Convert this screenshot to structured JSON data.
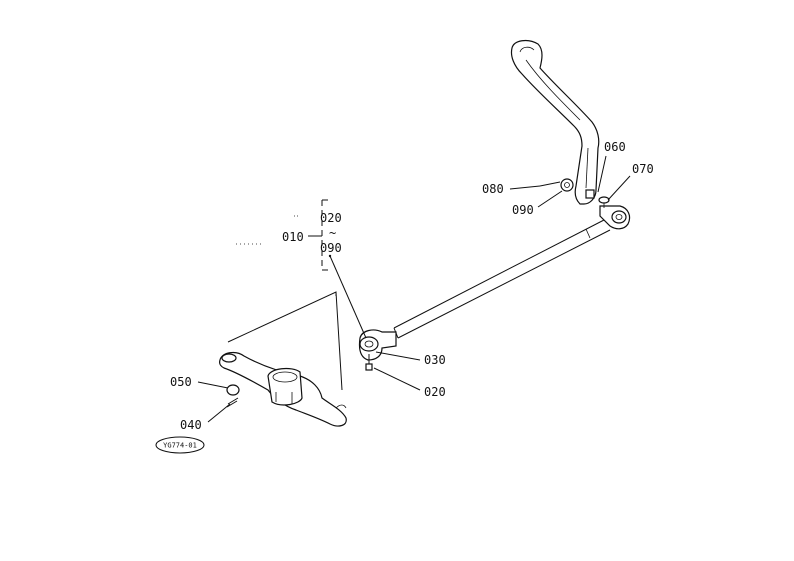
{
  "diagram": {
    "parts": {
      "p010": "010",
      "p020_range_start": "020",
      "p090_range_end": "090",
      "range_tilde": "~",
      "p020": "020",
      "p030": "030",
      "p040": "040",
      "p050": "050",
      "p060": "060",
      "p070": "070",
      "p080": "080",
      "p090": "090"
    },
    "drawing_id": "YG774-01"
  }
}
